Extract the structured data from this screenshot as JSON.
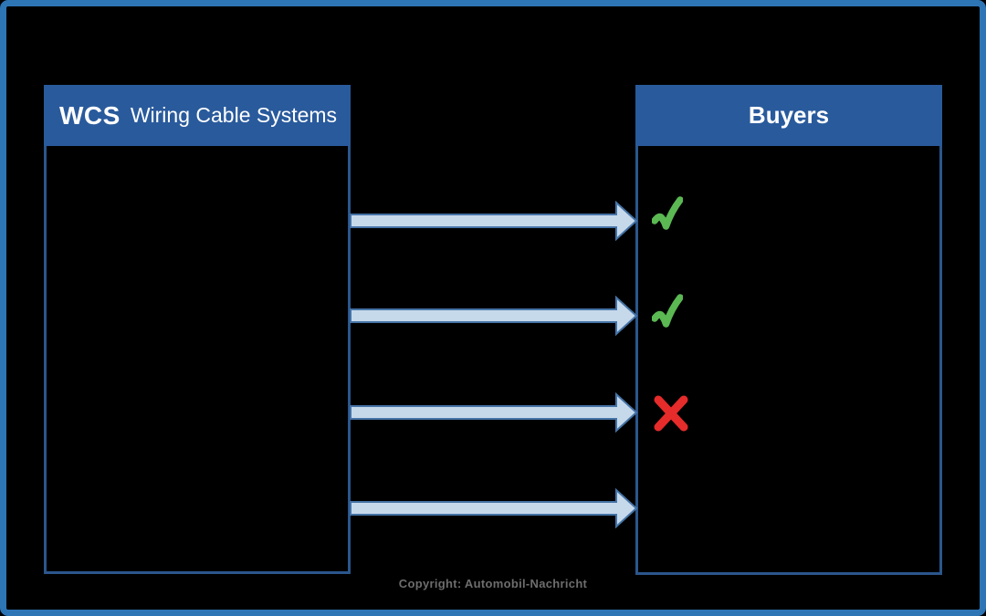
{
  "diagram": {
    "left_box": {
      "title_abbr": "WCS",
      "title_rest": "Wiring Cable Systems"
    },
    "right_box": {
      "title": "Buyers"
    },
    "arrows": [
      {
        "icon": "check-icon",
        "result": "accepted"
      },
      {
        "icon": "check-icon",
        "result": "accepted"
      },
      {
        "icon": "cross-icon",
        "result": "rejected"
      },
      {
        "icon": "none",
        "result": "none"
      }
    ],
    "footer": {
      "copyright_label": "Copyright: Automobil-Nachricht"
    },
    "colors": {
      "frame_border": "#2E75B6",
      "header_blue": "#295A9C",
      "box_border": "#2B568C",
      "arrow_fill": "#C6D9EB",
      "arrow_stroke": "#4573A6",
      "check_green": "#5BB853",
      "cross_red": "#E62B2B",
      "copyright_gray": "#6D6D6D"
    }
  }
}
